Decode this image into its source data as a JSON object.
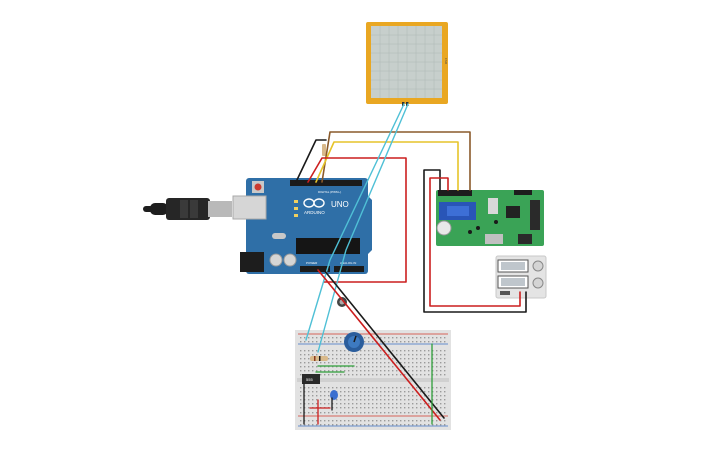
{
  "arduino": {
    "logo_text": "ARDUINO",
    "model_text": "UNO",
    "header_text": "DIGITAL (PWM~)",
    "power_text": "POWER",
    "analog_text": "ANALOG IN",
    "icon": "infinity-logo-icon"
  },
  "breadboard": {
    "ic_label": "555"
  },
  "fsr_sensor": {
    "side_label": "FSR"
  },
  "colors": {
    "arduino_board": "#2f6fa7",
    "breadboard": "#e2e2e2",
    "rail_red": "#d33a2c",
    "rail_blue": "#3a6fc4",
    "wire_red": "#cc1f1f",
    "wire_black": "#1a1a1a",
    "wire_yellow": "#e6c42a",
    "wire_brown": "#8a5a2b",
    "wire_cyan": "#4fc0d6",
    "wire_green": "#2e9e3a",
    "sensor_frame": "#e9a722",
    "module_board": "#3aa356",
    "potentiometer": "#2a5d9c"
  }
}
